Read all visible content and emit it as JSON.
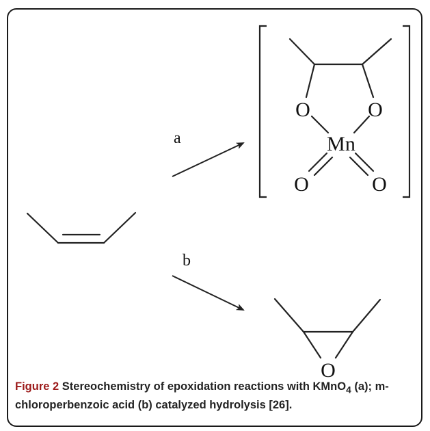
{
  "scheme": {
    "arrow_a_label": "a",
    "arrow_b_label": "b",
    "atoms": {
      "O_ring_left": "O",
      "O_ring_right": "O",
      "Mn": "Mn",
      "O_oxo_left": "O",
      "O_oxo_right": "O",
      "O_epoxide": "O"
    }
  },
  "caption": {
    "label": "Figure 2",
    "text_before_sub": " Stereochemistry of epoxidation reactions with KMnO",
    "subscript": "4",
    "text_after_sub": " (a); m-chloroperbenzoic acid (b) catalyzed hydrolysis [26]."
  }
}
